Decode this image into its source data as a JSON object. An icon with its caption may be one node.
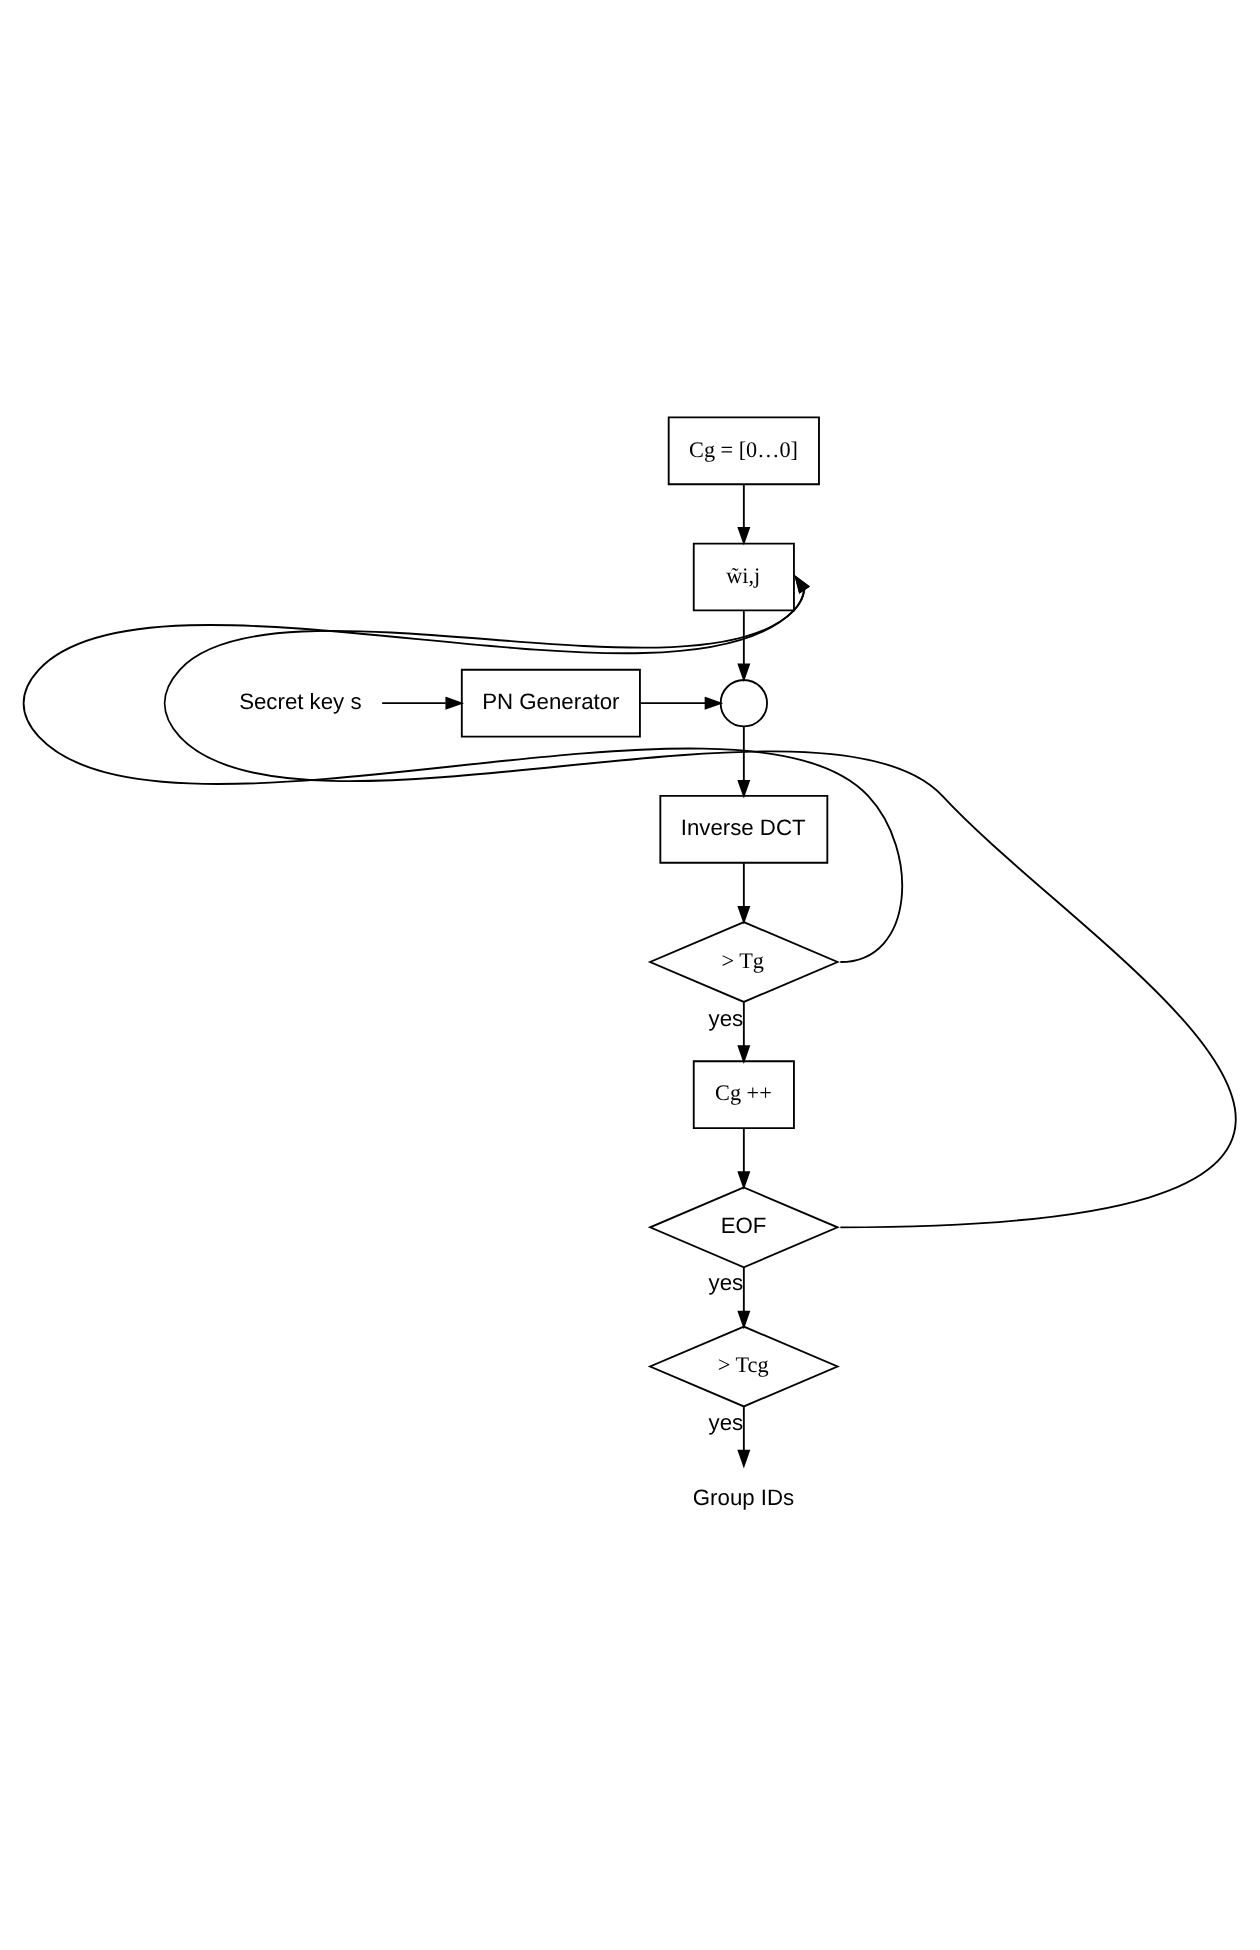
{
  "diagram": {
    "nodes": [
      {
        "text": [
          "Cg = [0…0]"
        ]
      },
      {
        "text": [
          "w̃i,j"
        ]
      },
      {
        "text": [
          "Secret key s"
        ]
      },
      {
        "text": [
          "PN Generator"
        ]
      },
      {
        "text": [],
        "shape": "circle"
      },
      {
        "text": [
          "Inverse DCT"
        ]
      },
      {
        "text": [
          "> Tg"
        ]
      },
      {
        "text": [
          "Cg ++"
        ]
      },
      {
        "text": [
          "EOF"
        ]
      },
      {
        "text": [
          "> Tcg"
        ]
      },
      {
        "text": [
          "Group IDs"
        ]
      }
    ],
    "edges": [
      {
        "from": 0,
        "to": 1,
        "arrow": "to"
      },
      {
        "from": 1,
        "to": 4,
        "arrow": "to"
      },
      {
        "from": 2,
        "to": 3,
        "arrow": "to"
      },
      {
        "from": 3,
        "to": 4,
        "arrow": "to"
      },
      {
        "from": 4,
        "to": 5,
        "arrow": "to"
      },
      {
        "from": 5,
        "to": 6,
        "arrow": "to"
      },
      {
        "from": 6,
        "to": 7,
        "label": "yes",
        "arrow": "to"
      },
      {
        "from": 7,
        "to": 8,
        "arrow": "to"
      },
      {
        "from": 8,
        "to": 9,
        "label": "yes",
        "arrow": "to"
      },
      {
        "from": 9,
        "to": 10,
        "label": "yes",
        "arrow": "to"
      },
      {
        "from": 6,
        "to": 1,
        "arrow": "to"
      },
      {
        "from": 8,
        "to": 1,
        "arrow": "to"
      }
    ]
  }
}
